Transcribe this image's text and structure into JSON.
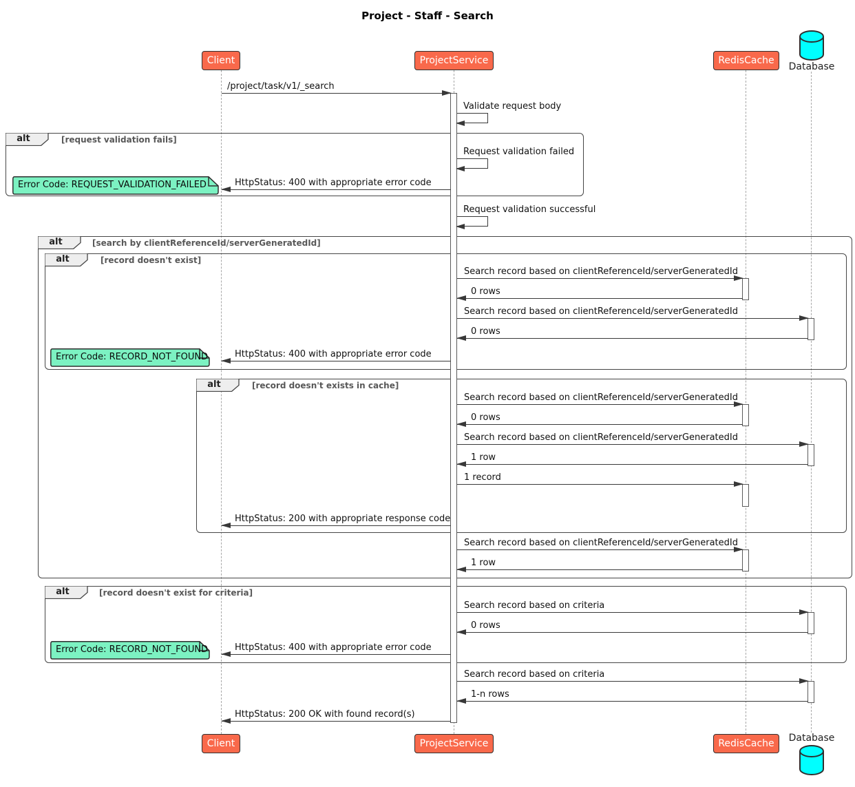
{
  "title": "Project - Staff - Search",
  "participants": {
    "client": {
      "label": "Client"
    },
    "service": {
      "label": "ProjectService"
    },
    "cache": {
      "label": "RedisCache"
    },
    "database": {
      "label": "Database"
    }
  },
  "frames": [
    {
      "keyword": "alt",
      "guard": "[request validation fails]"
    },
    {
      "keyword": "alt",
      "guard": "[search by clientReferenceId/serverGeneratedId]"
    },
    {
      "keyword": "alt",
      "guard": "[record doesn't exist]"
    },
    {
      "keyword": "alt",
      "guard": "[record doesn't exists in cache]"
    },
    {
      "keyword": "alt",
      "guard": "[record doesn't exist for criteria]"
    }
  ],
  "notes": [
    {
      "text": "Error Code: REQUEST_VALIDATION_FAILED"
    },
    {
      "text": "Error Code: RECORD_NOT_FOUND"
    },
    {
      "text": "Error Code: RECORD_NOT_FOUND"
    }
  ],
  "messages": [
    {
      "text": "/project/task/v1/_search",
      "from": "Client",
      "to": "ProjectService"
    },
    {
      "text": "Validate request body",
      "from": "ProjectService",
      "to": "ProjectService"
    },
    {
      "text": "Request validation failed",
      "from": "ProjectService",
      "to": "ProjectService"
    },
    {
      "text": "HttpStatus: 400 with appropriate error code",
      "from": "ProjectService",
      "to": "Client"
    },
    {
      "text": "Request validation successful",
      "from": "ProjectService",
      "to": "ProjectService"
    },
    {
      "text": "Search record based on clientReferenceId/serverGeneratedId",
      "from": "ProjectService",
      "to": "RedisCache"
    },
    {
      "text": "0 rows",
      "from": "RedisCache",
      "to": "ProjectService"
    },
    {
      "text": "Search record based on clientReferenceId/serverGeneratedId",
      "from": "ProjectService",
      "to": "Database"
    },
    {
      "text": "0 rows",
      "from": "Database",
      "to": "ProjectService"
    },
    {
      "text": "HttpStatus: 400 with appropriate error code",
      "from": "ProjectService",
      "to": "Client"
    },
    {
      "text": "Search record based on clientReferenceId/serverGeneratedId",
      "from": "ProjectService",
      "to": "RedisCache"
    },
    {
      "text": "0 rows",
      "from": "RedisCache",
      "to": "ProjectService"
    },
    {
      "text": "Search record based on clientReferenceId/serverGeneratedId",
      "from": "ProjectService",
      "to": "Database"
    },
    {
      "text": "1 row",
      "from": "Database",
      "to": "ProjectService"
    },
    {
      "text": "1 record",
      "from": "ProjectService",
      "to": "RedisCache"
    },
    {
      "text": "HttpStatus: 200 with appropriate response code",
      "from": "ProjectService",
      "to": "Client"
    },
    {
      "text": "Search record based on clientReferenceId/serverGeneratedId",
      "from": "ProjectService",
      "to": "RedisCache"
    },
    {
      "text": "1 row",
      "from": "RedisCache",
      "to": "ProjectService"
    },
    {
      "text": "Search record based on criteria",
      "from": "ProjectService",
      "to": "Database"
    },
    {
      "text": "0 rows",
      "from": "Database",
      "to": "ProjectService"
    },
    {
      "text": "HttpStatus: 400 with appropriate error code",
      "from": "ProjectService",
      "to": "Client"
    },
    {
      "text": "Search record based on criteria",
      "from": "ProjectService",
      "to": "Database"
    },
    {
      "text": "1-n rows",
      "from": "Database",
      "to": "ProjectService"
    },
    {
      "text": "HttpStatus: 200 OK with found record(s)",
      "from": "ProjectService",
      "to": "Client"
    }
  ],
  "colors": {
    "participant_fill": "#F9694B",
    "participant_border": "#2F2F2F",
    "note_fill": "#7CF2C2",
    "database_fill": "#00FFFF",
    "frame_label_fill": "#EEEEEE",
    "line": "#383838",
    "lifeline": "#A6A6A6"
  }
}
